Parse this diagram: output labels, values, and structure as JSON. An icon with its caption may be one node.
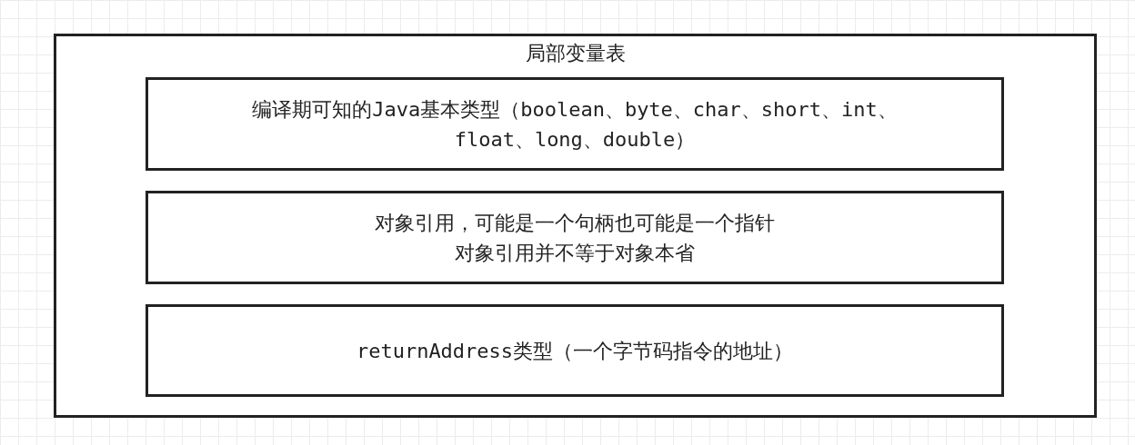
{
  "diagram": {
    "nodes": [
      {
        "text": [
          "局部变量表"
        ]
      },
      {
        "text": [
          "编译期可知的Java基本类型（boolean、byte、char、short、int、float、long、double）"
        ],
        "in": 0
      },
      {
        "text": [
          "对象引用，可能是一个句柄也可能是一个指针",
          "对象引用并不等于对象本省"
        ],
        "in": 0
      },
      {
        "text": [
          "returnAddress类型（一个字节码指令的地址）"
        ],
        "in": 0
      }
    ]
  }
}
